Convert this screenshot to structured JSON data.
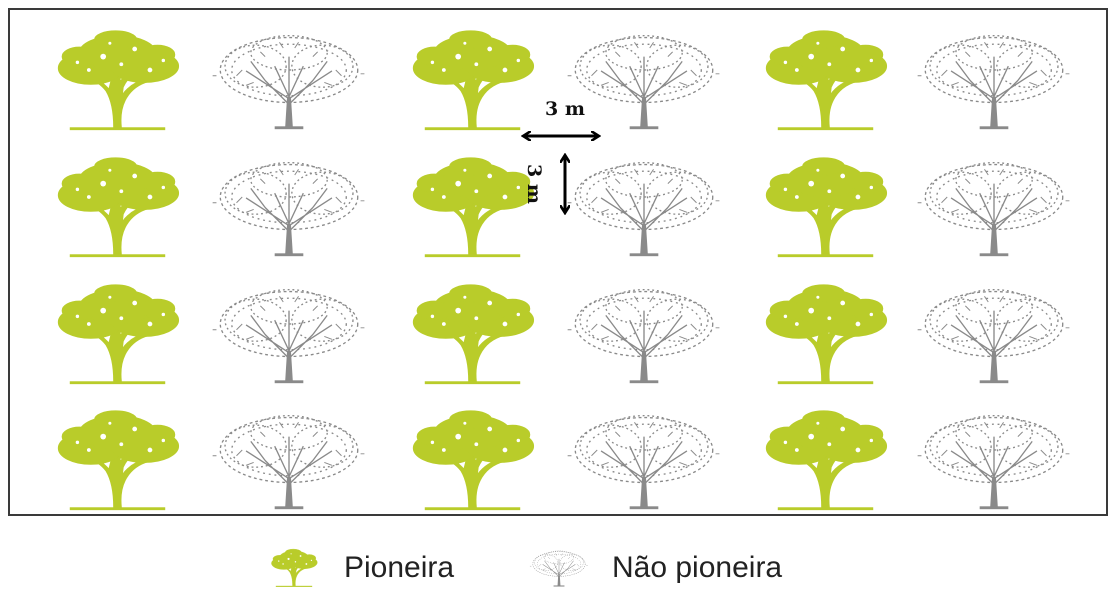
{
  "diagram": {
    "rows": 4,
    "pattern": [
      "pioneira",
      "nao_pioneira",
      "pioneira",
      "nao_pioneira",
      "pioneira",
      "nao_pioneira"
    ],
    "spacing_horizontal_label": "3 m",
    "spacing_vertical_label": "3 m"
  },
  "legend": {
    "pioneira": "Pioneira",
    "nao_pioneira": "Não pioneira"
  },
  "colors": {
    "pioneira": "#b9cc2a",
    "nao_pioneira": "#8a8a8a",
    "frame": "#3a3a3a",
    "arrow": "#000000"
  },
  "icons": {
    "pioneira": "green-tree-icon",
    "nao_pioneira": "gray-tree-icon"
  }
}
